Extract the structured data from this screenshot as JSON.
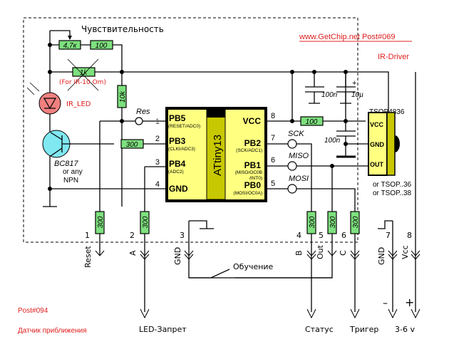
{
  "diagram": {
    "title_sensitivity": "Чувствительность",
    "site": "www.GetChip.net   Post#069",
    "project": "IR-Driver",
    "post2": "Post#094",
    "subtitle": "Датчик приближения",
    "colors": {
      "red_text": "#e02020",
      "resistor": "#7ee07e",
      "chip": "#ffff80",
      "chip_mid": "#c8c800",
      "led": "#f08080",
      "transistor": "#80e8f0"
    },
    "resistors": {
      "r_pot": "4,7к",
      "r_100a": "100",
      "r_1k": "1k",
      "r_1k_note": "(For IR-10 Om)",
      "r_10k": "10k",
      "r_base": "300",
      "r_vcc": "100",
      "r_out": [
        "300",
        "300",
        "300",
        "300",
        "300"
      ]
    },
    "caps": {
      "c1": "100n",
      "c2": "10µ",
      "c2_plus": "+",
      "c3": "100n"
    },
    "led_label": "IR_LED",
    "transistor": {
      "name": "BC817",
      "note1": "or any",
      "note2": "NPN"
    },
    "res_label": "Res",
    "mcu": {
      "name": "ATtiny13",
      "left_pins": [
        {
          "num": "1",
          "name": "PB5",
          "func": "(RESET/ADC0)"
        },
        {
          "num": "2",
          "name": "PB3",
          "func": "(CLKI/ADC3)"
        },
        {
          "num": "3",
          "name": "PB4",
          "func": "(ADC2)"
        },
        {
          "num": "4",
          "name": "GND",
          "func": ""
        }
      ],
      "right_pins": [
        {
          "num": "8",
          "name": "VCC",
          "func": ""
        },
        {
          "num": "7",
          "name": "PB2",
          "func": "(SCK/ADC1)"
        },
        {
          "num": "6",
          "name": "PB1",
          "func": "(MISO/OC0B",
          "func2": "/INT0)"
        },
        {
          "num": "5",
          "name": "PB0",
          "func": "(MOSI/OC0A)"
        }
      ]
    },
    "isp": {
      "sck": "SCK",
      "miso": "MISO",
      "mosi": "MOSI"
    },
    "tsop": {
      "name": "TSOP4836",
      "pins": [
        "VCC",
        "GND",
        "OUT"
      ],
      "alt1": "or TSOP..36",
      "alt2": "or TSOP..38"
    },
    "connector": {
      "pins": [
        {
          "num": "1",
          "label": "Reset"
        },
        {
          "num": "2",
          "label": "A"
        },
        {
          "num": "3",
          "label": "GND"
        },
        {
          "num": "4",
          "label": "B"
        },
        {
          "num": "5",
          "label": "Out"
        },
        {
          "num": "6",
          "label": "C"
        },
        {
          "num": "7",
          "label": "GND"
        },
        {
          "num": "8",
          "label": "Vcc"
        }
      ]
    },
    "switch_label": "Обучение",
    "outputs": {
      "led": "LED-Запрет",
      "status": "Статус",
      "trigger": "Тригер",
      "power": "3-6 v",
      "minus": "–",
      "plus": "+"
    }
  }
}
